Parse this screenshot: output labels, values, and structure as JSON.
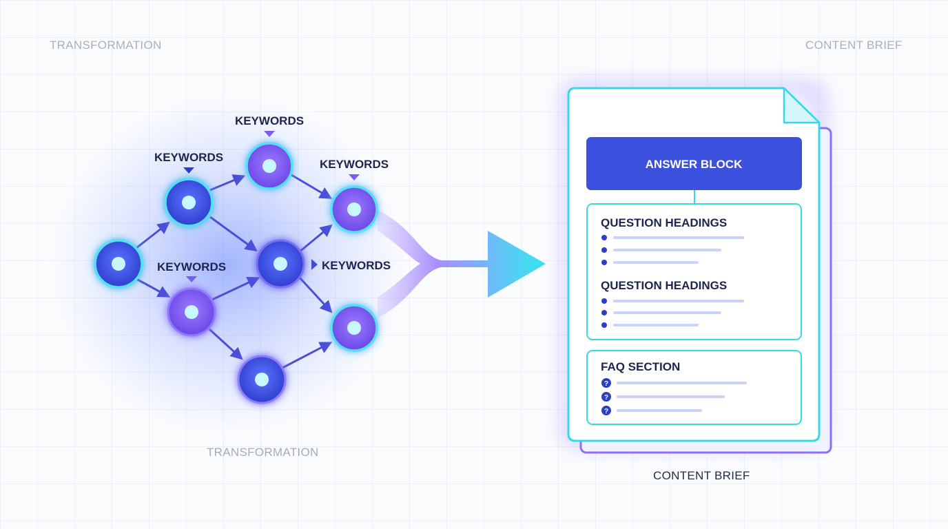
{
  "labels": {
    "top_left": "TRANSFORMATION",
    "top_right": "CONTENT BRIEF",
    "network_caption": "TRANSFORMATION",
    "document_caption": "CONTENT BRIEF"
  },
  "network": {
    "keywords": [
      "KEYWORDS",
      "KEYWORDS",
      "KEYWORDS",
      "KEYWORDS",
      "KEYWORDS"
    ]
  },
  "document": {
    "answer_block": "ANSWER BLOCK",
    "question_heading_1": "QUESTION HEADINGS",
    "question_heading_2": "QUESTION HEADINGS",
    "faq_section": "FAQ SECTION",
    "faq_marker": "?"
  },
  "colors": {
    "node_blue": "#3f55e0",
    "node_purple": "#8b5cf6",
    "node_center": "#c8f8ff",
    "arrow_cyan": "#3ce0ee",
    "document_border": "#38d9e6",
    "answer_block": "#3b50dc",
    "text_dark": "#1c2550"
  }
}
